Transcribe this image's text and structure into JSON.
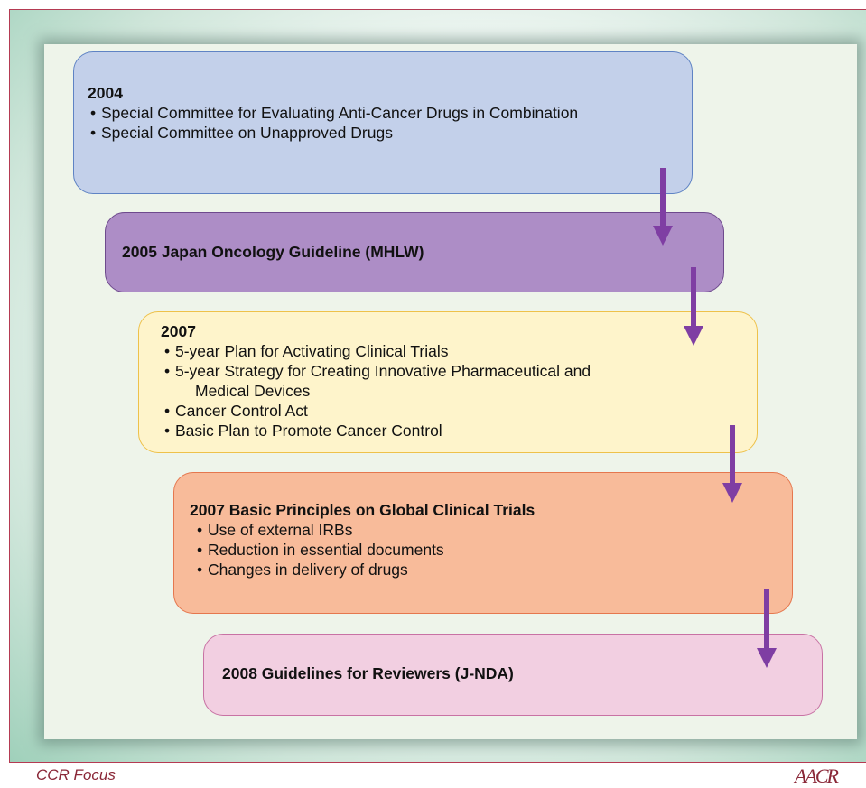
{
  "stages": [
    {
      "year": "2004",
      "items": [
        "Special Committee for Evaluating Anti-Cancer Drugs in Combination",
        "Special Committee on Unapproved Drugs"
      ]
    },
    {
      "heading": "2005  Japan Oncology Guideline (MHLW)"
    },
    {
      "year": "2007",
      "items": [
        "5-year Plan for Activating Clinical Trials",
        "5-year Strategy for Creating Innovative Pharmaceutical and",
        "Medical Devices",
        "Cancer Control Act",
        "Basic Plan to Promote Cancer Control"
      ]
    },
    {
      "heading": "2007  Basic Principles on Global Clinical Trials",
      "items": [
        "Use of external IRBs",
        "Reduction in essential documents",
        "Changes in delivery of drugs"
      ]
    },
    {
      "heading": "2008  Guidelines for Reviewers (J-NDA)"
    }
  ],
  "footer": {
    "label": "CCR Focus",
    "logo": "AACR"
  },
  "colors": {
    "arrow": "#7f3ea3",
    "stage_2004": "#c3d0ea",
    "stage_2005": "#ad8dc6",
    "stage_2007a": "#fef4cb",
    "stage_2007b": "#f8bb9a",
    "stage_2008": "#f2cfe1",
    "footer": "#8a2838"
  }
}
